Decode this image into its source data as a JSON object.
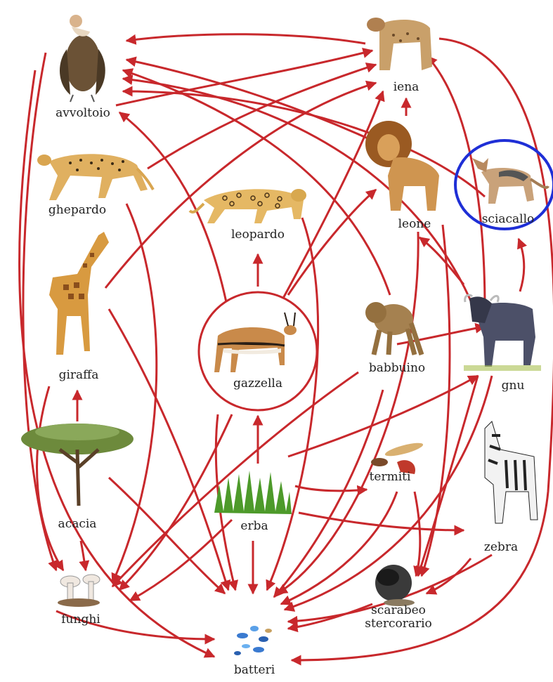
{
  "nodes": {
    "avvoltoio": "avvoltoio",
    "iena": "iena",
    "ghepardo": "ghepardo",
    "leopardo": "leopardo",
    "leone": "leone",
    "sciacallo": "sciacallo",
    "giraffa": "giraffa",
    "gazzella": "gazzella",
    "babbuino": "babbuino",
    "gnu": "gnu",
    "acacia": "acacia",
    "erba": "erba",
    "termiti": "termiti",
    "zebra": "zebra",
    "funghi": "funghi",
    "scarabeo": "scarabeo\nstercorario",
    "batteri": "batteri"
  },
  "highlight": {
    "target": "sciacallo",
    "color": "#1f2fd6"
  },
  "arrow_color": "#c8282c"
}
